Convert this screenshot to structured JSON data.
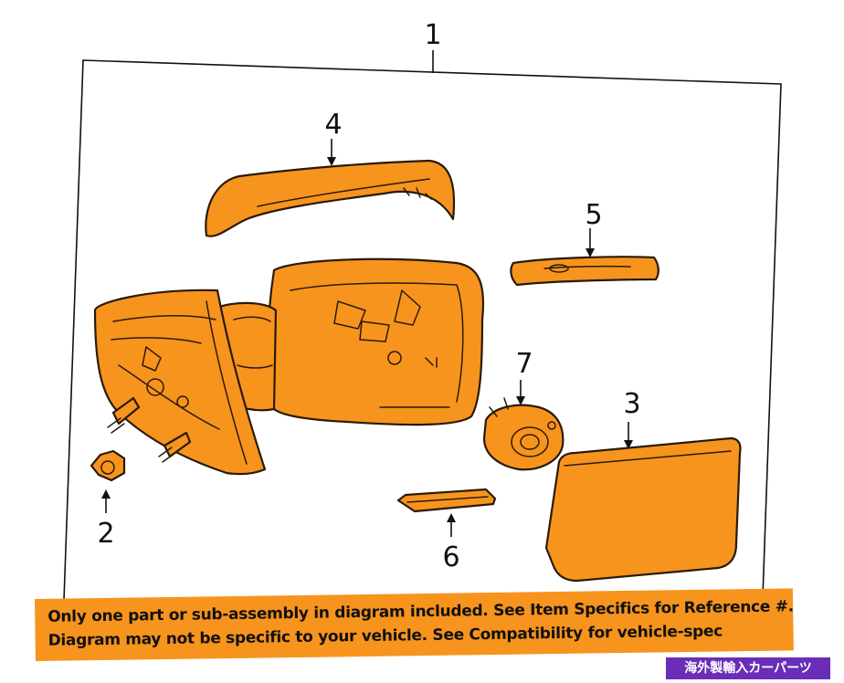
{
  "callouts": {
    "c1": "1",
    "c2": "2",
    "c3": "3",
    "c4": "4",
    "c5": "5",
    "c6": "6",
    "c7": "7"
  },
  "banner": {
    "line1": "Only one part or sub-assembly in diagram included. See Item Specifics for Reference #.",
    "line2": "Diagram may not be specific to your vehicle. See Compatibility for vehicle-spec"
  },
  "watermark": "海外製輸入カーパーツ",
  "colors": {
    "part_fill": "#F7941D",
    "banner": "#F7941D",
    "watermark": "#6a2db8"
  }
}
